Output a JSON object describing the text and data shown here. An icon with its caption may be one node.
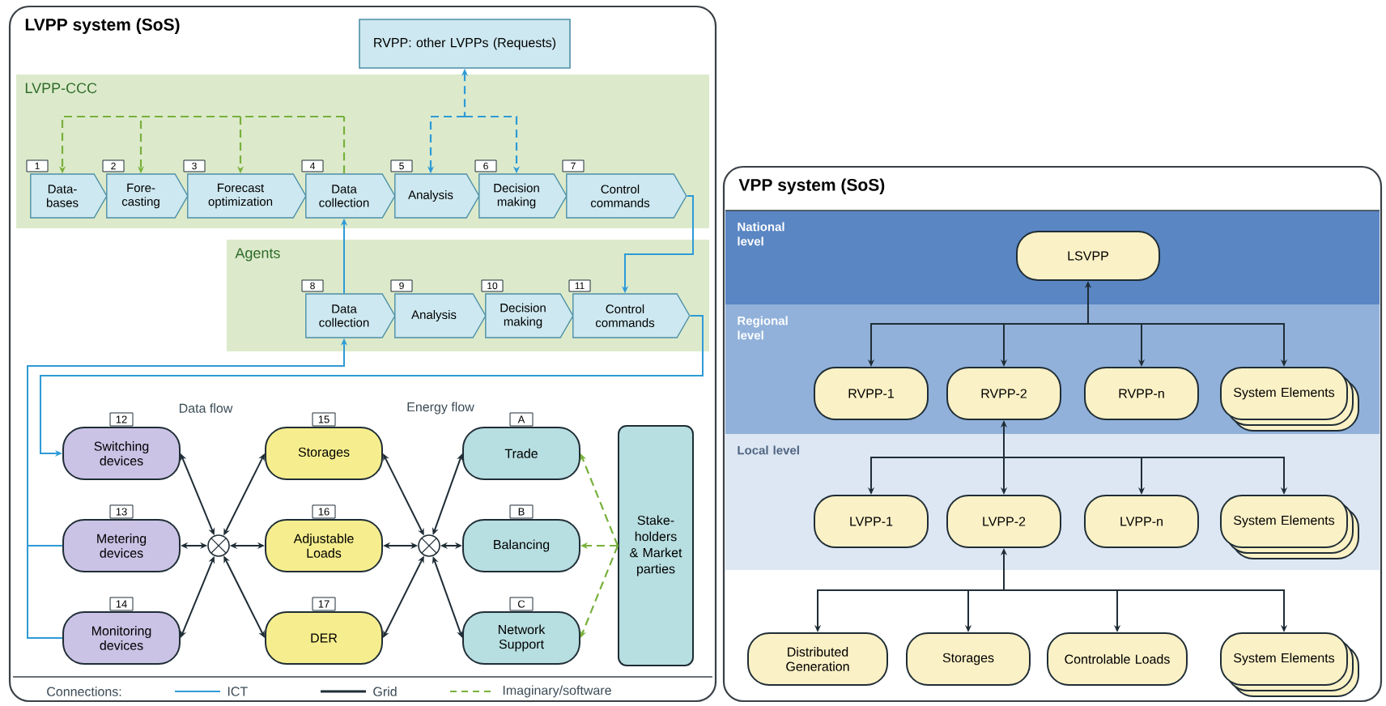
{
  "diagram": {
    "nodes": [
      {
        "text": [
          "LVPP system (SoS)"
        ]
      },
      {
        "text": [
          "RVPP: other LVPPs (Requests)"
        ],
        "in": 0
      },
      {
        "text": [
          "LVPP-CCC"
        ],
        "in": 0
      },
      {
        "text": [
          "1",
          "Data-bases"
        ],
        "in": 2
      },
      {
        "text": [
          "2",
          "Fore-casting"
        ],
        "in": 2
      },
      {
        "text": [
          "3",
          "Forecast optimization"
        ],
        "in": 2
      },
      {
        "text": [
          "4",
          "Data collection"
        ],
        "in": 2
      },
      {
        "text": [
          "5",
          "Analysis"
        ],
        "in": 2
      },
      {
        "text": [
          "6",
          "Decision making"
        ],
        "in": 2
      },
      {
        "text": [
          "7",
          "Control commands"
        ],
        "in": 2
      },
      {
        "text": [
          "Agents"
        ],
        "in": 0
      },
      {
        "text": [
          "8",
          "Data collection"
        ],
        "in": 10
      },
      {
        "text": [
          "9",
          "Analysis"
        ],
        "in": 10
      },
      {
        "text": [
          "10",
          "Decision making"
        ],
        "in": 10
      },
      {
        "text": [
          "11",
          "Control commands"
        ],
        "in": 10
      },
      {
        "text": [
          "12",
          "Switching devices"
        ],
        "in": 0
      },
      {
        "text": [
          "13",
          "Metering devices"
        ],
        "in": 0
      },
      {
        "text": [
          "14",
          "Monitoring devices"
        ],
        "in": 0
      },
      {
        "text": [],
        "shape": "circle",
        "in": 0
      },
      {
        "text": [
          "15",
          "Storages"
        ],
        "in": 0
      },
      {
        "text": [
          "16",
          "Adjustable Loads"
        ],
        "in": 0
      },
      {
        "text": [
          "17",
          "DER"
        ],
        "in": 0
      },
      {
        "text": [],
        "shape": "circle",
        "in": 0
      },
      {
        "text": [
          "A",
          "Trade"
        ],
        "in": 0
      },
      {
        "text": [
          "B",
          "Balancing"
        ],
        "in": 0
      },
      {
        "text": [
          "C",
          "Network Support"
        ],
        "in": 0
      },
      {
        "text": [
          "Stake-holders & Market parties"
        ],
        "in": 0
      },
      {
        "text": [
          "VPP system (SoS)"
        ]
      },
      {
        "text": [
          "National level"
        ],
        "in": 27
      },
      {
        "text": [
          "Regional level"
        ],
        "in": 27
      },
      {
        "text": [
          "Local level"
        ],
        "in": 27
      },
      {
        "text": [
          "LSVPP"
        ],
        "in": 28
      },
      {
        "text": [
          "RVPP-1"
        ],
        "in": 29
      },
      {
        "text": [
          "RVPP-2"
        ],
        "in": 29
      },
      {
        "text": [
          "RVPP-n"
        ],
        "in": 29
      },
      {
        "text": [
          "System Elements"
        ],
        "in": 29
      },
      {
        "text": [
          "LVPP-1"
        ],
        "in": 30
      },
      {
        "text": [
          "LVPP-2"
        ],
        "in": 30
      },
      {
        "text": [
          "LVPP-n"
        ],
        "in": 30
      },
      {
        "text": [
          "System Elements"
        ],
        "in": 30
      },
      {
        "text": [
          "Distributed Generation"
        ],
        "in": 27
      },
      {
        "text": [
          "Storages"
        ],
        "in": 27
      },
      {
        "text": [
          "Controlable Loads"
        ],
        "in": 27
      },
      {
        "text": [
          "System Elements"
        ],
        "in": 27
      }
    ],
    "edges": [
      {
        "from": 6,
        "to": 3,
        "arrow": "to",
        "style": "dashed",
        "color": "#78b03c"
      },
      {
        "from": 6,
        "to": 4,
        "arrow": "to",
        "style": "dashed",
        "color": "#78b03c"
      },
      {
        "from": 6,
        "to": 5,
        "arrow": "to",
        "style": "dashed",
        "color": "#78b03c"
      },
      {
        "from": 1,
        "to": 7,
        "arrow": "both",
        "style": "dashed",
        "color": "#2e9ad6"
      },
      {
        "from": 1,
        "to": 8,
        "arrow": "both",
        "style": "dashed",
        "color": "#2e9ad6"
      },
      {
        "from": 11,
        "to": 6,
        "arrow": "to",
        "color": "#2e9ad6"
      },
      {
        "from": 9,
        "to": 14,
        "arrow": "to",
        "color": "#2e9ad6"
      },
      {
        "from": 14,
        "to": 15,
        "arrow": "to",
        "color": "#2e9ad6"
      },
      {
        "from": 16,
        "to": 11,
        "arrow": "to",
        "color": "#2e9ad6"
      },
      {
        "from": 17,
        "to": 11,
        "arrow": "to",
        "color": "#2e9ad6"
      },
      {
        "from": 15,
        "to": 18,
        "arrow": "both"
      },
      {
        "from": 16,
        "to": 18,
        "arrow": "both"
      },
      {
        "from": 17,
        "to": 18,
        "arrow": "both"
      },
      {
        "from": 18,
        "to": 19,
        "arrow": "both"
      },
      {
        "from": 18,
        "to": 20,
        "arrow": "both"
      },
      {
        "from": 18,
        "to": 21,
        "arrow": "both"
      },
      {
        "from": 19,
        "to": 22,
        "arrow": "both"
      },
      {
        "from": 20,
        "to": 22,
        "arrow": "both"
      },
      {
        "from": 21,
        "to": 22,
        "arrow": "both"
      },
      {
        "from": 22,
        "to": 23,
        "arrow": "both"
      },
      {
        "from": 22,
        "to": 24,
        "arrow": "both"
      },
      {
        "from": 22,
        "to": 25,
        "arrow": "both"
      },
      {
        "from": 26,
        "to": 23,
        "arrow": "to",
        "style": "dashed",
        "color": "#78b03c"
      },
      {
        "from": 26,
        "to": 24,
        "arrow": "to",
        "style": "dashed",
        "color": "#78b03c"
      },
      {
        "from": 26,
        "to": 25,
        "arrow": "to",
        "style": "dashed",
        "color": "#78b03c"
      },
      {
        "from": 31,
        "to": 32,
        "arrow": "both"
      },
      {
        "from": 31,
        "to": 33,
        "arrow": "both"
      },
      {
        "from": 31,
        "to": 34,
        "arrow": "both"
      },
      {
        "from": 31,
        "to": 35,
        "arrow": "both"
      },
      {
        "from": 33,
        "to": 36,
        "arrow": "both"
      },
      {
        "from": 33,
        "to": 37,
        "arrow": "both"
      },
      {
        "from": 33,
        "to": 38,
        "arrow": "both"
      },
      {
        "from": 33,
        "to": 39,
        "arrow": "both"
      },
      {
        "from": 37,
        "to": 40,
        "arrow": "both"
      },
      {
        "from": 37,
        "to": 41,
        "arrow": "both"
      },
      {
        "from": 37,
        "to": 42,
        "arrow": "both"
      },
      {
        "from": 37,
        "to": 43,
        "arrow": "both"
      }
    ],
    "labels": [
      "Data flow",
      "Energy flow",
      "Connections:"
    ],
    "legend": [
      {
        "text": "ICT"
      },
      {
        "text": "Grid"
      },
      {
        "text": "Imaginary/software"
      }
    ]
  }
}
